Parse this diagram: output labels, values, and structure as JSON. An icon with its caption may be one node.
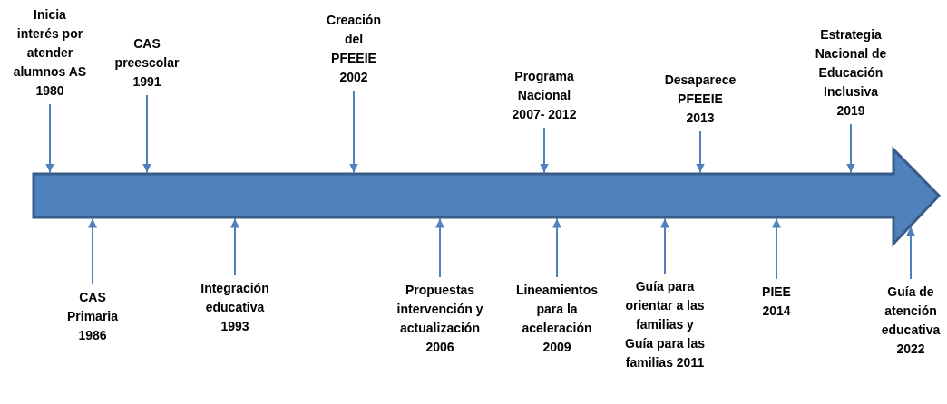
{
  "diagram": {
    "nodes": [
      {
        "text": [],
        "shape": "arrow"
      },
      {
        "text": [
          "Inicia interés por atender alumnos AS 1980"
        ]
      },
      {
        "text": [
          "CAS preescolar 1991"
        ]
      },
      {
        "text": [
          "Creación del PFEEIE 2002"
        ]
      },
      {
        "text": [
          "Programa Nacional 2007- 2012"
        ]
      },
      {
        "text": [
          "Desaparece PFEEIE 2013"
        ]
      },
      {
        "text": [
          "Estrategia Nacional de Educación Inclusiva 2019"
        ]
      },
      {
        "text": [
          "CAS Primaria 1986"
        ]
      },
      {
        "text": [
          "Integración educativa 1993"
        ]
      },
      {
        "text": [
          "Propuestas intervención y actualización 2006"
        ]
      },
      {
        "text": [
          "Lineamientos para la aceleración 2009"
        ]
      },
      {
        "text": [
          "Guía para orientar a las familias y Guía para las familias 2011"
        ]
      },
      {
        "text": [
          "PIEE 2014"
        ]
      },
      {
        "text": [
          "Guía de atención educativa 2022"
        ]
      }
    ],
    "edges": [
      {
        "from": 1,
        "to": 0,
        "arrow": "to"
      },
      {
        "from": 2,
        "to": 0,
        "arrow": "to"
      },
      {
        "from": 3,
        "to": 0,
        "arrow": "to"
      },
      {
        "from": 4,
        "to": 0,
        "arrow": "to"
      },
      {
        "from": 5,
        "to": 0,
        "arrow": "to"
      },
      {
        "from": 6,
        "to": 0,
        "arrow": "to"
      },
      {
        "from": 7,
        "to": 0,
        "arrow": "to"
      },
      {
        "from": 8,
        "to": 0,
        "arrow": "to"
      },
      {
        "from": 9,
        "to": 0,
        "arrow": "to"
      },
      {
        "from": 10,
        "to": 0,
        "arrow": "to"
      },
      {
        "from": 11,
        "to": 0,
        "arrow": "to"
      },
      {
        "from": 12,
        "to": 0,
        "arrow": "to"
      },
      {
        "from": 13,
        "to": 0,
        "arrow": "to"
      }
    ]
  }
}
